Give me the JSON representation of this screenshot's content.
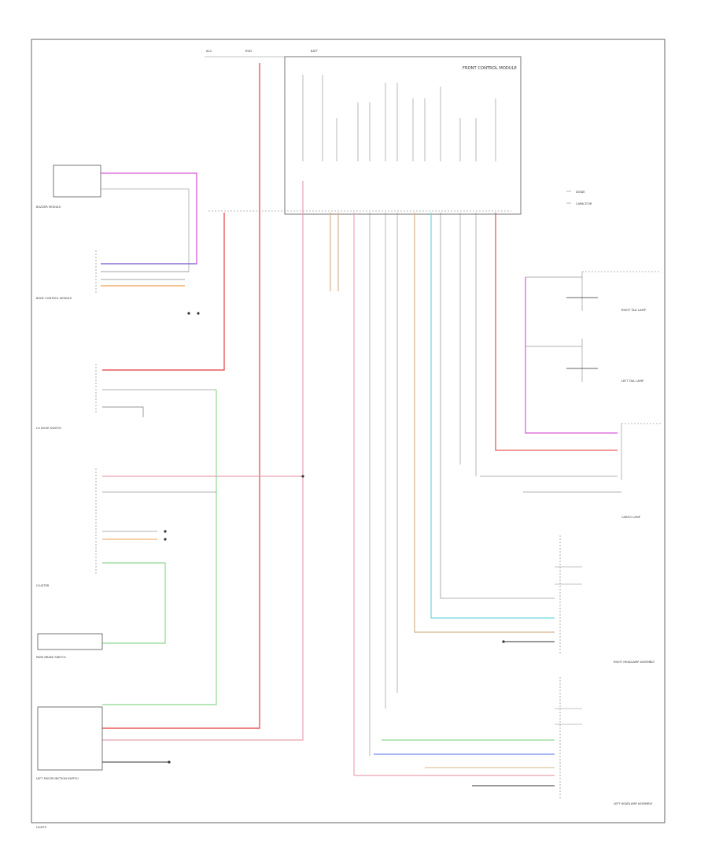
{
  "modules": {
    "fcm": {
      "label": "FRONT CONTROL MODULE"
    },
    "buzzer_module": {
      "label": "BUZZER MODULE"
    },
    "bcm": {
      "label": "BODY CONTROL MODULE"
    },
    "lh_door_switch": {
      "label": "LH DOOR SWITCH"
    },
    "cluster": {
      "label": "CLUSTER"
    },
    "park_brake_switch": {
      "label": "PARK BRAKE SWITCH"
    },
    "lh_multifunction_switch": {
      "label": "LEFT MULTIFUNCTION SWITCH"
    },
    "rh_headlamp": {
      "label": "RIGHT HEADLAMP ASSEMBLY"
    },
    "lh_headlamp": {
      "label": "LEFT HEADLAMP ASSEMBLY"
    },
    "rh_tail_lamp": {
      "label": "RIGHT TAIL LAMP"
    },
    "lh_tail_lamp": {
      "label": "LEFT TAIL LAMP"
    },
    "cargo_lamp": {
      "label": "CARGO LAMP"
    }
  },
  "legend": {
    "items": [
      "DIODE",
      "CAPACITOR"
    ]
  },
  "page_tag": "LIGHTS"
}
